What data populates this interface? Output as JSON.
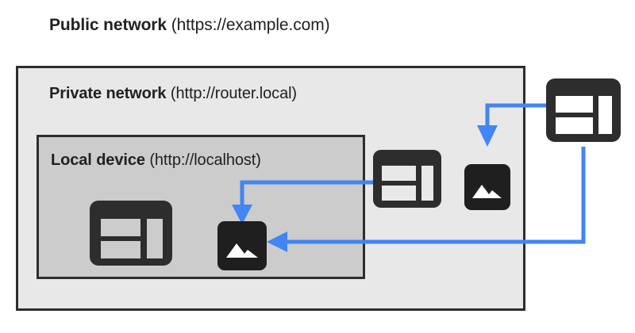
{
  "diagram": {
    "type": "network-scope-diagram",
    "background_color": "#ffffff",
    "accent_color": "#4285f4",
    "icon_color": "#2d2d2d",
    "zones": [
      {
        "id": "public-network",
        "label_strong": "Public network",
        "label_light": " (https://example.com)",
        "background_color": "#ffffff",
        "border_color": "none"
      },
      {
        "id": "private-network",
        "label_strong": "Private network",
        "label_light": " (http://router.local)",
        "background_color": "#e8e8e8",
        "border_color": "#2d2d2d"
      },
      {
        "id": "local-device",
        "label_strong": "Local device",
        "label_light": " (http://localhost)",
        "background_color": "#cccccc",
        "border_color": "#2d2d2d"
      }
    ],
    "nodes": [
      {
        "id": "local-browser",
        "icon": "browser-window-icon",
        "zone": "local-device"
      },
      {
        "id": "local-image",
        "icon": "image-photo-icon",
        "zone": "local-device"
      },
      {
        "id": "private-browser",
        "icon": "browser-window-icon",
        "zone": "private-network"
      },
      {
        "id": "private-image",
        "icon": "image-photo-icon",
        "zone": "private-network"
      },
      {
        "id": "public-browser",
        "icon": "browser-window-icon",
        "zone": "public-network"
      }
    ],
    "connections": [
      {
        "id": "private-browser-to-local-image",
        "from": "private-browser",
        "to": "local-image",
        "color": "#4285f4"
      },
      {
        "id": "public-browser-to-private-image",
        "from": "public-browser",
        "to": "private-image",
        "color": "#4285f4"
      },
      {
        "id": "public-browser-to-local-image",
        "from": "public-browser",
        "to": "local-image",
        "color": "#4285f4"
      }
    ]
  }
}
